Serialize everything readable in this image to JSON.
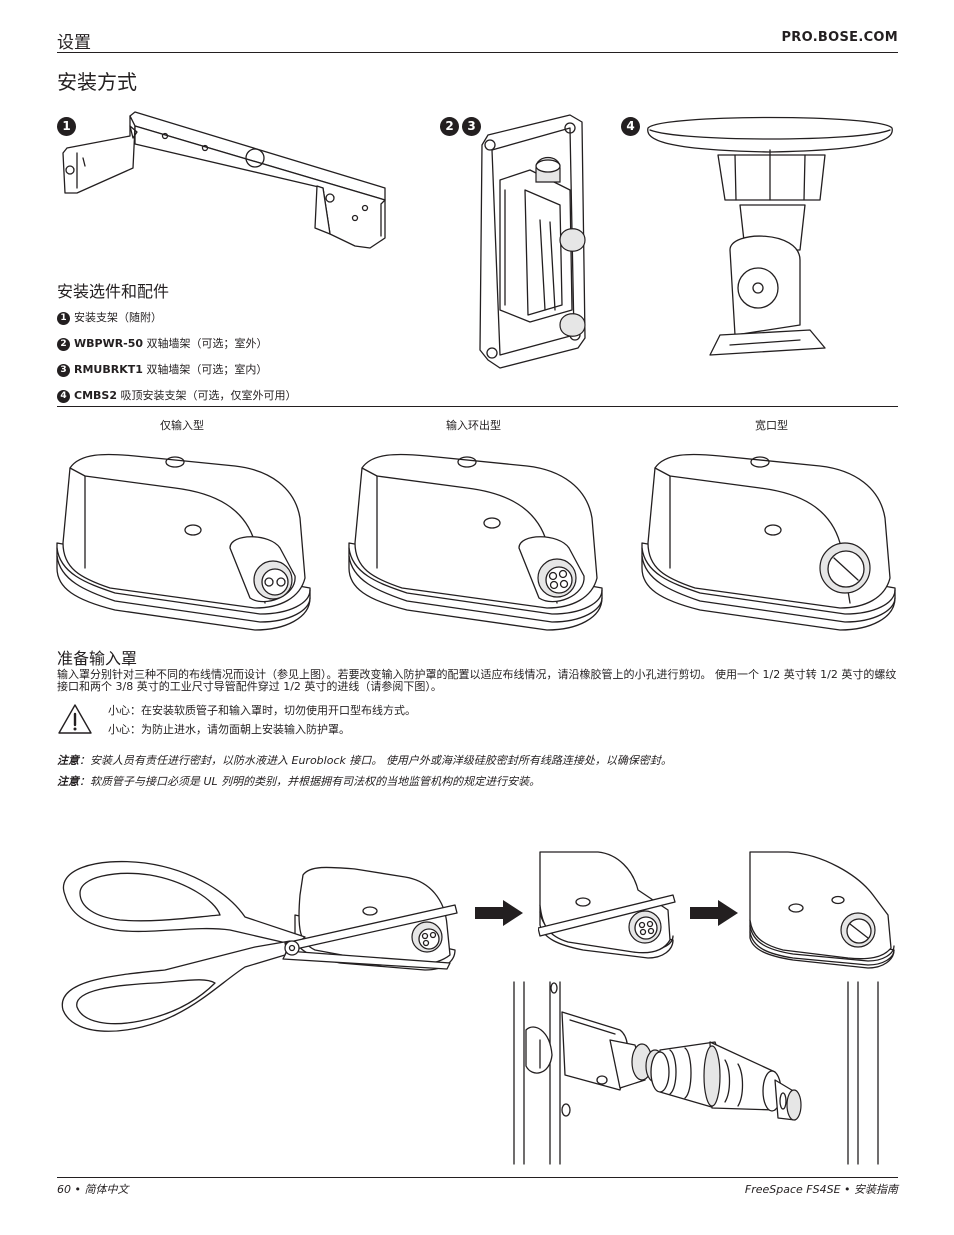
{
  "header": {
    "section": "设置",
    "site": "PRO.BOSE.COM"
  },
  "page_title": "安装方式",
  "figure_labels": {
    "one": "1",
    "two": "2",
    "three": "3",
    "four": "4"
  },
  "accessories": {
    "heading": "安装选件和配件",
    "items": [
      {
        "num": "1",
        "code": "",
        "text": "安装支架（随附）"
      },
      {
        "num": "2",
        "code": "WBPWR-50",
        "text": " 双轴墙架（可选；室外）"
      },
      {
        "num": "3",
        "code": "RMUBRKT1",
        "text": " 双轴墙架（可选；室内）"
      },
      {
        "num": "4",
        "code": "CMBS2",
        "text": " 吸顶安装支架（可选，仅室外可用）"
      }
    ]
  },
  "cover_types": [
    "仅输入型",
    "输入环出型",
    "宽口型"
  ],
  "input_cover": {
    "heading": "准备输入罩",
    "body": "输入罩分别针对三种不同的布线情况而设计（参见上图）。若要改变输入防护罩的配置以适应布线情况，请沿橡胶管上的小孔进行剪切。 使用一个 1/2 英寸转 1/2 英寸的螺纹接口和两个 3/8 英寸的工业尺寸导管配件穿过 1/2 英寸的进线（请参阅下图）。",
    "cautions": [
      {
        "label": "小心",
        "text": "：在安装软质管子和输入罩时，切勿使用开口型布线方式。"
      },
      {
        "label": "小心",
        "text": "：为防止进水，请勿面朝上安装输入防护罩。"
      }
    ],
    "notes": [
      {
        "label": "注意",
        "text": "：安装人员有责任进行密封，以防水液进入 Euroblock 接口。 使用户外或海洋级硅胶密封所有线路连接处，以确保密封。"
      },
      {
        "label": "注意",
        "text": "：软质管子与接口必须是 UL 列明的类别，并根据拥有司法权的当地监管机构的规定进行安装。"
      }
    ]
  },
  "footer": {
    "left": "60 • 简体中文",
    "right": "FreeSpace FS4SE • 安装指南"
  }
}
